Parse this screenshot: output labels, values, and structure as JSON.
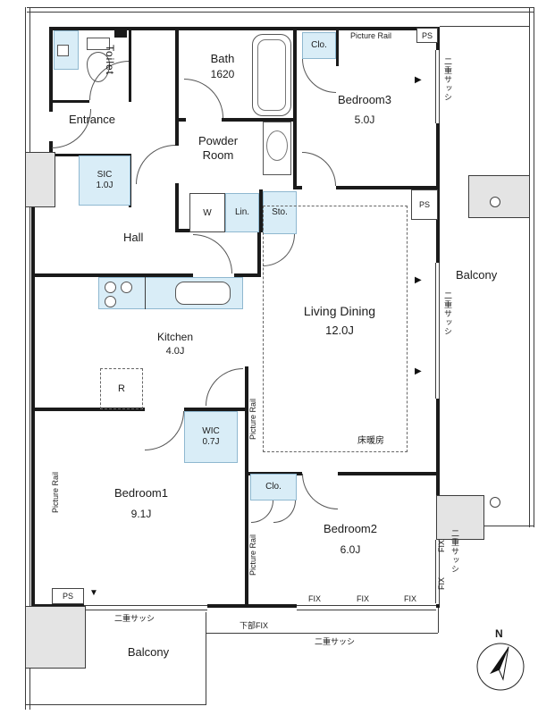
{
  "colors": {
    "wall": "#1a1a1a",
    "storage_fill": "#d9edf7",
    "storage_border": "#8fb8d0",
    "pillar_fill": "#e4e4e4"
  },
  "rooms": {
    "toilet": "Toilet",
    "entrance": "Entrance",
    "sic_label": "SIC",
    "sic_size": "1.0J",
    "bath_label": "Bath",
    "bath_size": "1620",
    "powder_line1": "Powder",
    "powder_line2": "Room",
    "hall": "Hall",
    "kitchen_label": "Kitchen",
    "kitchen_size": "4.0J",
    "living_label": "Living Dining",
    "living_size": "12.0J",
    "bedroom1_label": "Bedroom1",
    "bedroom1_size": "9.1J",
    "bedroom2_label": "Bedroom2",
    "bedroom2_size": "6.0J",
    "bedroom3_label": "Bedroom3",
    "bedroom3_size": "5.0J",
    "wic_label": "WIC",
    "wic_size": "0.7J",
    "balcony": "Balcony"
  },
  "fixtures": {
    "washer": "W",
    "linen": "Lin.",
    "storage": "Sto.",
    "closet": "Clo.",
    "fridge": "R"
  },
  "annotations": {
    "picture_rail": "Picture Rail",
    "ps": "PS",
    "double_sash": "二重サッシ",
    "fix": "FIX",
    "lower_fix": "下部FIX",
    "floor_heating": "床暖房",
    "north": "N",
    "marker_right": "▶",
    "marker_down": "▼"
  }
}
